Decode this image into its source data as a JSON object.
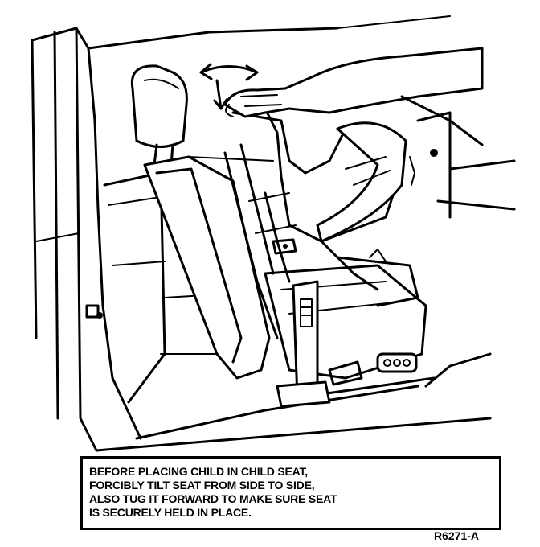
{
  "caption": {
    "lines": [
      "BEFORE PLACING CHILD IN CHILD SEAT,",
      "FORCIBLY TILT SEAT FROM SIDE TO SIDE,",
      "ALSO TUG IT FORWARD TO MAKE SURE SEAT",
      "IS SECURELY HELD IN PLACE."
    ]
  },
  "figure_code": "R6271-A",
  "colors": {
    "ink": "#000000",
    "paper": "#ffffff"
  }
}
